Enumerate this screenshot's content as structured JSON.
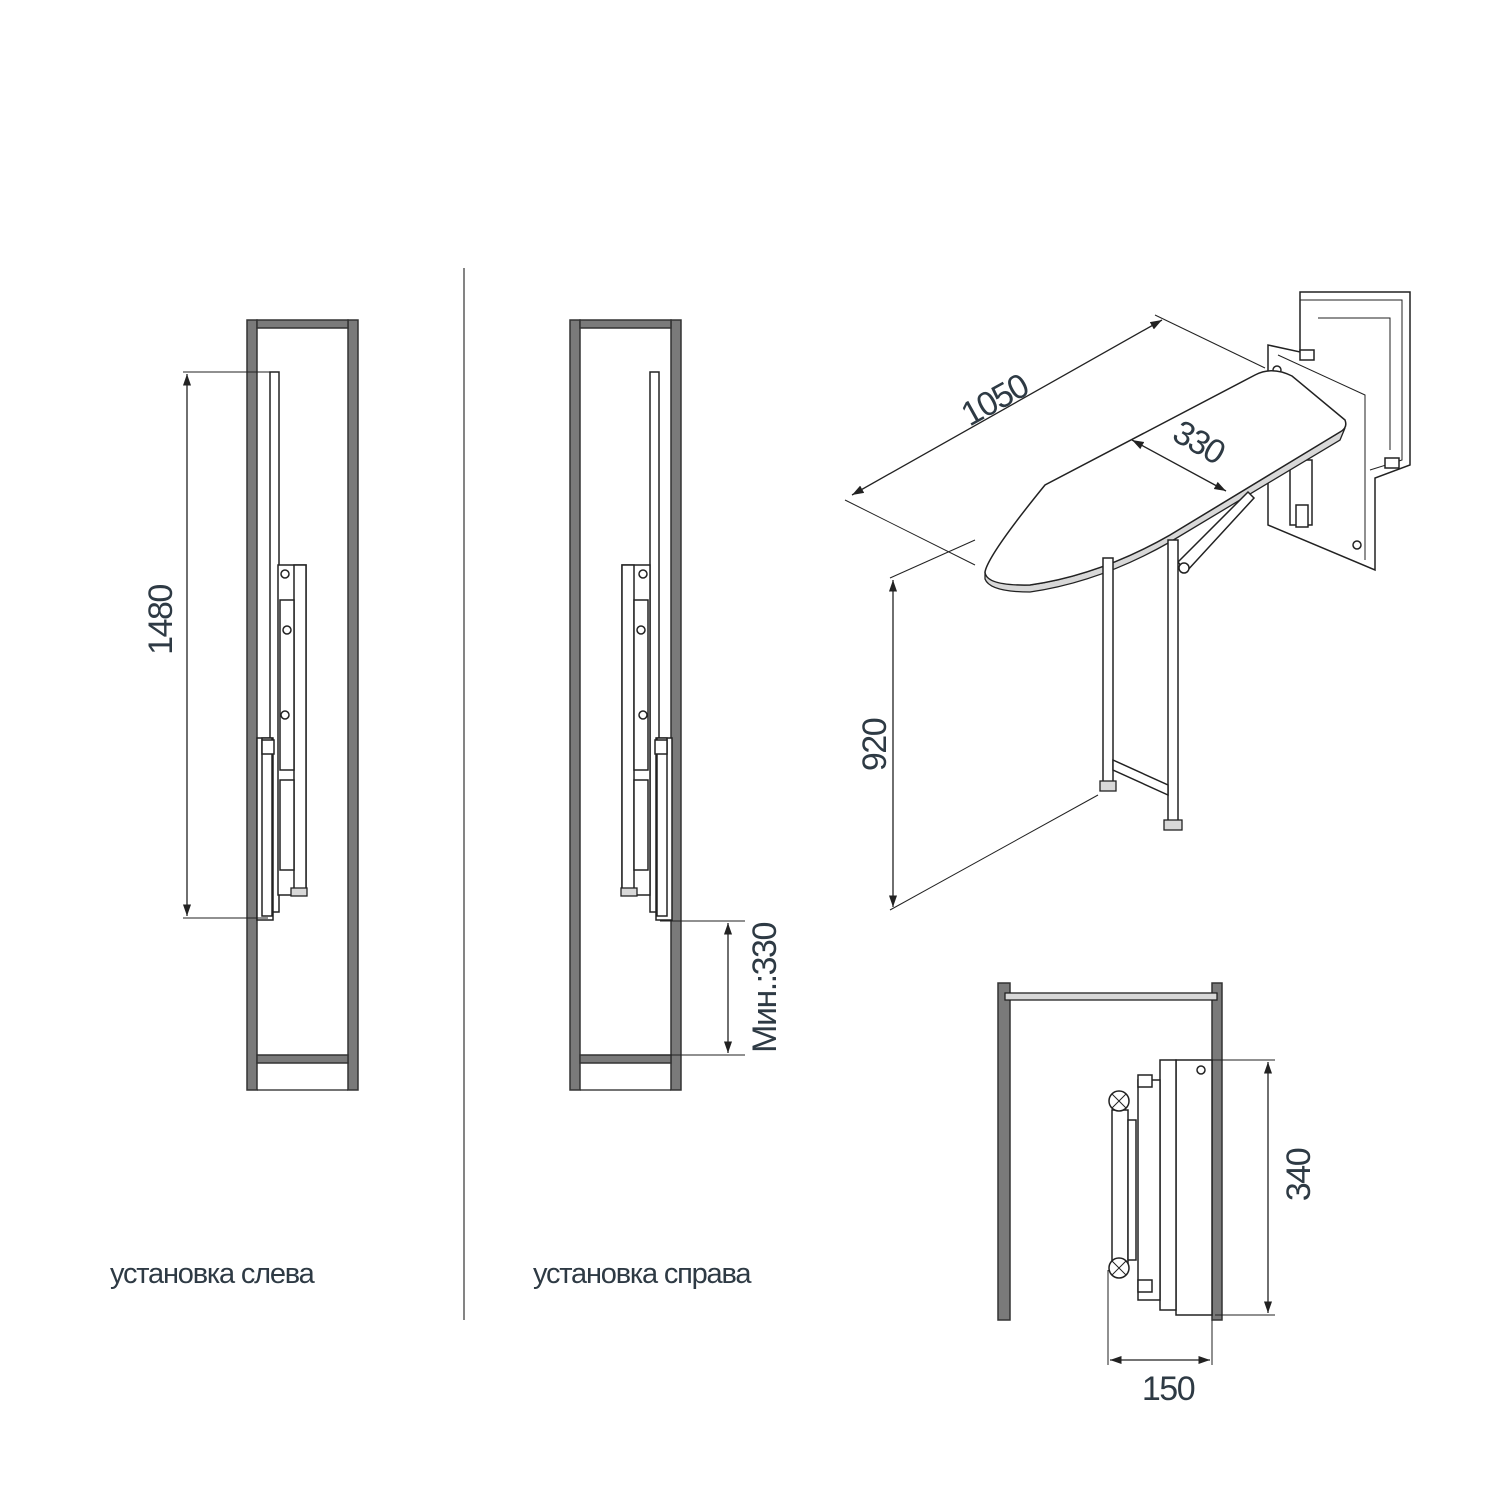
{
  "dimensions": {
    "left_height": "1480",
    "right_min_gap": "Мин.:330",
    "board_length": "1050",
    "board_width": "330",
    "board_height": "920",
    "plan_depth": "340",
    "plan_width": "150"
  },
  "captions": {
    "left_install": "установка слева",
    "right_install": "установка справа"
  },
  "colors": {
    "text": "#2e3a44",
    "wall": "#7a7a7a",
    "line": "#222222"
  }
}
